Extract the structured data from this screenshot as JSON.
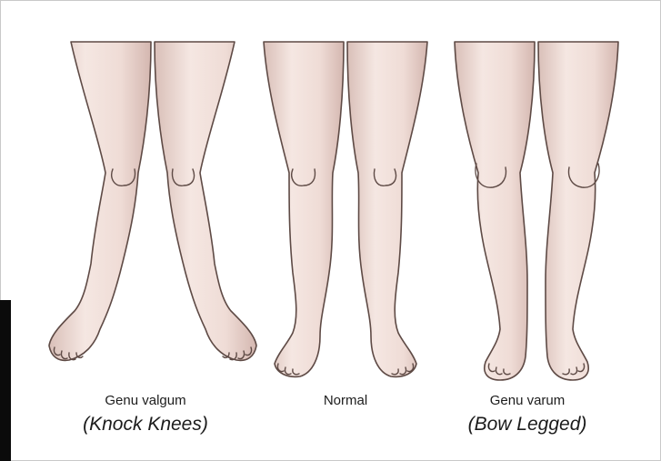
{
  "figures": [
    {
      "id": "genu-valgum",
      "label": "Genu valgum",
      "sublabel": "(Knock Knees)"
    },
    {
      "id": "normal",
      "label": "Normal",
      "sublabel": ""
    },
    {
      "id": "genu-varum",
      "label": "Genu varum",
      "sublabel": "(Bow Legged)"
    }
  ],
  "colors": {
    "skin_light": "#f4e4df",
    "skin_shade": "#dcc2bb",
    "outline": "#5e4a45",
    "text": "#1c1c1c"
  }
}
